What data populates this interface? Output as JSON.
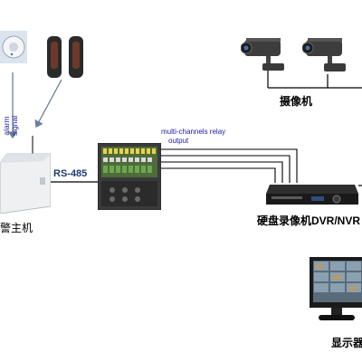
{
  "labels": {
    "alarm_signal_line1": "alarm",
    "alarm_signal_line2": "signal",
    "relay_output_line1": "multi-channels relay",
    "relay_output_line2": "output",
    "rs485": "RS-485",
    "alarm_host": "警主机",
    "camera": "摄像机",
    "dvr": "硬盘录像机DVR/NVR",
    "monitor": "显示器"
  },
  "colors": {
    "annotation_blue": "#1a1aa8",
    "rs485_navy": "#1f3a6e",
    "line": "#000000",
    "arrow": "#6a7f95"
  },
  "icons": {
    "smoke_detector": "round-smoke-detector-icon",
    "beam_detector": "infrared-beam-detector-pair",
    "relay_board": "relay-board-icon",
    "alarm_panel": "alarm-panel-box",
    "camera": "bullet-camera-icon",
    "dvr": "dvr-recorder-icon",
    "monitor": "lcd-monitor-icon"
  }
}
